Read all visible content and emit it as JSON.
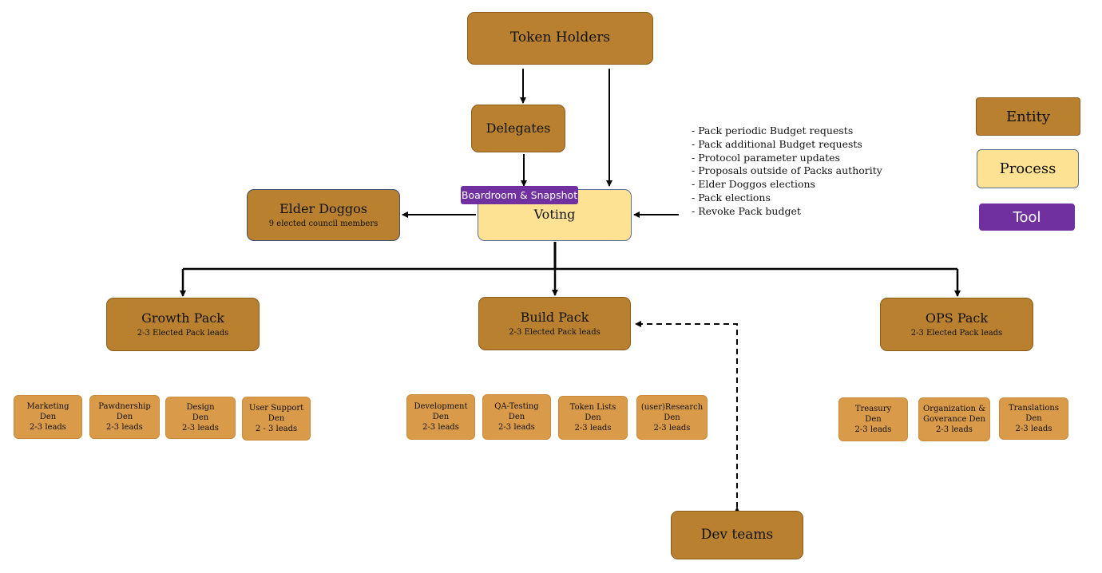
{
  "nodes": {
    "token_holders": "Token Holders",
    "delegates": "Delegates",
    "voting": "Voting",
    "tool_label": "Boardroom & Snapshot",
    "elder": {
      "title": "Elder Doggos",
      "sub": "9 elected council members"
    },
    "growth": {
      "title": "Growth Pack",
      "sub": "2-3 Elected Pack leads"
    },
    "build": {
      "title": "Build Pack",
      "sub": "2-3 Elected Pack leads"
    },
    "ops": {
      "title": "OPS Pack",
      "sub": "2-3 Elected Pack leads"
    },
    "dev_teams": "Dev teams"
  },
  "proposal_items": [
    "- Pack periodic Budget requests",
    "- Pack additional Budget requests",
    "- Protocol parameter updates",
    "- Proposals outside of Packs authority",
    "- Elder Doggos elections",
    "- Pack elections",
    "- Revoke Pack budget"
  ],
  "dens": {
    "growth": [
      {
        "l1": "Marketing",
        "l2": "Den",
        "l3": "2-3 leads"
      },
      {
        "l1": "Pawdnership",
        "l2": "Den",
        "l3": "2-3 leads"
      },
      {
        "l1": "Design",
        "l2": "Den",
        "l3": "2-3 leads"
      },
      {
        "l1": "User Support",
        "l2": "Den",
        "l3": "2 - 3  leads"
      }
    ],
    "build": [
      {
        "l1": "Development",
        "l2": "Den",
        "l3": "2-3 leads"
      },
      {
        "l1": "QA-Testing",
        "l2": "Den",
        "l3": "2-3 leads"
      },
      {
        "l1": "Token Lists",
        "l2": "Den",
        "l3": "2-3 leads"
      },
      {
        "l1": "(user)Research",
        "l2": "Den",
        "l3": "2-3 leads"
      }
    ],
    "ops": [
      {
        "l1": "Treasury",
        "l2": "Den",
        "l3": "2-3 leads"
      },
      {
        "l1": "Organization &",
        "l2": "Goverance Den",
        "l3": "2-3 leads"
      },
      {
        "l1": "Translations",
        "l2": "Den",
        "l3": "2-3 leads"
      }
    ]
  },
  "legend": {
    "entity": "Entity",
    "process": "Process",
    "tool": "Tool"
  },
  "colors": {
    "entity": "#b8802f",
    "den": "#d99a4a",
    "process": "#fde293",
    "tool": "#7030a0"
  }
}
